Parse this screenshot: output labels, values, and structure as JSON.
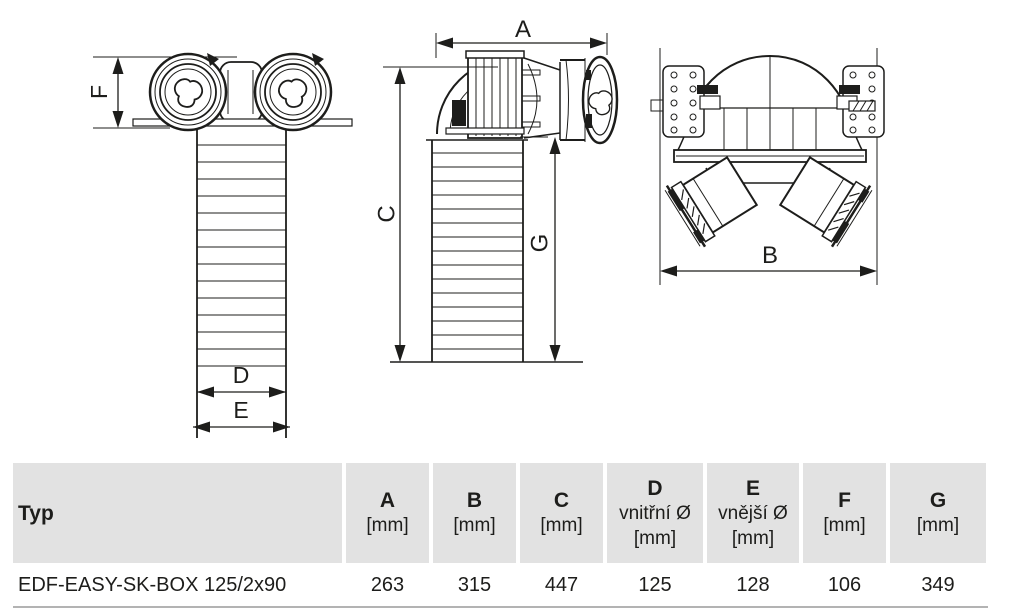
{
  "diagram": {
    "stroke_color": "#1d1d1b",
    "labels": {
      "a": "A",
      "b": "B",
      "c": "C",
      "d": "D",
      "e": "E",
      "f": "F",
      "g": "G"
    }
  },
  "table": {
    "colors": {
      "header_bg": "#e2e2e2",
      "text": "#1d1d1b",
      "bottom_border": "#b3b3b3"
    },
    "typ_header": "Typ",
    "columns": [
      {
        "letter": "A",
        "unit": "[mm]"
      },
      {
        "letter": "B",
        "unit": "[mm]"
      },
      {
        "letter": "C",
        "unit": "[mm]"
      },
      {
        "letter": "D",
        "sub": "vnitřní Ø",
        "unit": "[mm]"
      },
      {
        "letter": "E",
        "sub": "vnější Ø",
        "unit": "[mm]"
      },
      {
        "letter": "F",
        "unit": "[mm]"
      },
      {
        "letter": "G",
        "unit": "[mm]"
      }
    ],
    "rows": [
      {
        "typ": "EDF-EASY-SK-BOX 125/2x90",
        "values": [
          "263",
          "315",
          "447",
          "125",
          "128",
          "106",
          "349"
        ]
      }
    ]
  }
}
